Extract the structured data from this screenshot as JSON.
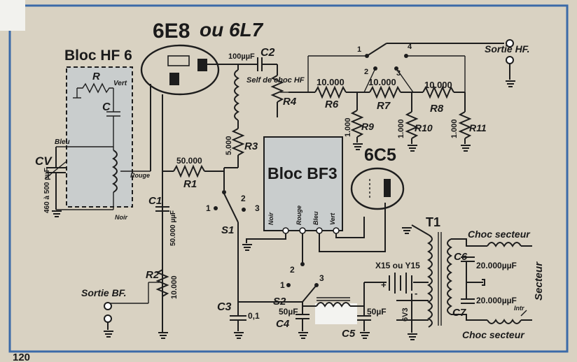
{
  "tubes": {
    "hf": "6E8",
    "hf_alt": "ou 6L7",
    "bf": "6C5"
  },
  "blocks": {
    "hf": "Bloc HF 6",
    "bf": "Bloc BF3"
  },
  "bloc_hf_labels": {
    "r": "R",
    "c": "C",
    "vert": "Vert",
    "bleu": "Bleu",
    "rouge": "Rouge",
    "noir": "Noir"
  },
  "bloc_bf_pins": [
    "Noir",
    "Rouge",
    "Bleu",
    "Vert"
  ],
  "cv": {
    "name": "CV",
    "value": "460 à 500 µµF"
  },
  "c1": {
    "name": "C1",
    "value": "50.000 µµF"
  },
  "c2": {
    "name": "C2",
    "value": "100µµF"
  },
  "c3": {
    "name": "C3",
    "value": "0,1"
  },
  "c4": {
    "name": "C4",
    "value": "50µF"
  },
  "c5": {
    "name": "C5",
    "value": "50µF"
  },
  "c6": {
    "name": "C6",
    "value": "20.000µµF"
  },
  "c7": {
    "name": "C7",
    "value": "20.000µµF"
  },
  "r1": {
    "name": "R1",
    "value": "50.000"
  },
  "r2": {
    "name": "R2",
    "value": "10.000"
  },
  "r3": {
    "name": "R3",
    "value": "5.000"
  },
  "r4": {
    "name": "R4"
  },
  "r6": {
    "name": "R6",
    "value": "10.000"
  },
  "r7": {
    "name": "R7",
    "value": "10.000"
  },
  "r8": {
    "name": "R8",
    "value": "10.000"
  },
  "r9": {
    "name": "R9",
    "value": "1.000"
  },
  "r10": {
    "name": "R10",
    "value": "1.000"
  },
  "r11": {
    "name": "R11",
    "value": "1.000"
  },
  "self_choc": "Self de choc HF",
  "s1": {
    "name": "S1",
    "pos": [
      "1",
      "2",
      "3"
    ]
  },
  "s2": {
    "name": "S2",
    "pos": [
      "1",
      "2",
      "3"
    ]
  },
  "att_pos": [
    "1",
    "2",
    "3",
    "4"
  ],
  "outputs": {
    "hf": "Sortie HF.",
    "bf": "Sortie BF."
  },
  "transformer": "T1",
  "battery": "X15 ou Y15",
  "battery_v": "6V3",
  "choc_secteur_top": "Choc secteur",
  "choc_secteur_bottom": "Choc secteur",
  "secteur": "Secteur",
  "interrupteur": "Intr",
  "page_number": "120",
  "colors": {
    "paper": "#d9d2c2",
    "ink": "#1d1d1d",
    "block_fill": "#c9cdcd",
    "frame": "#3b6aa8"
  }
}
